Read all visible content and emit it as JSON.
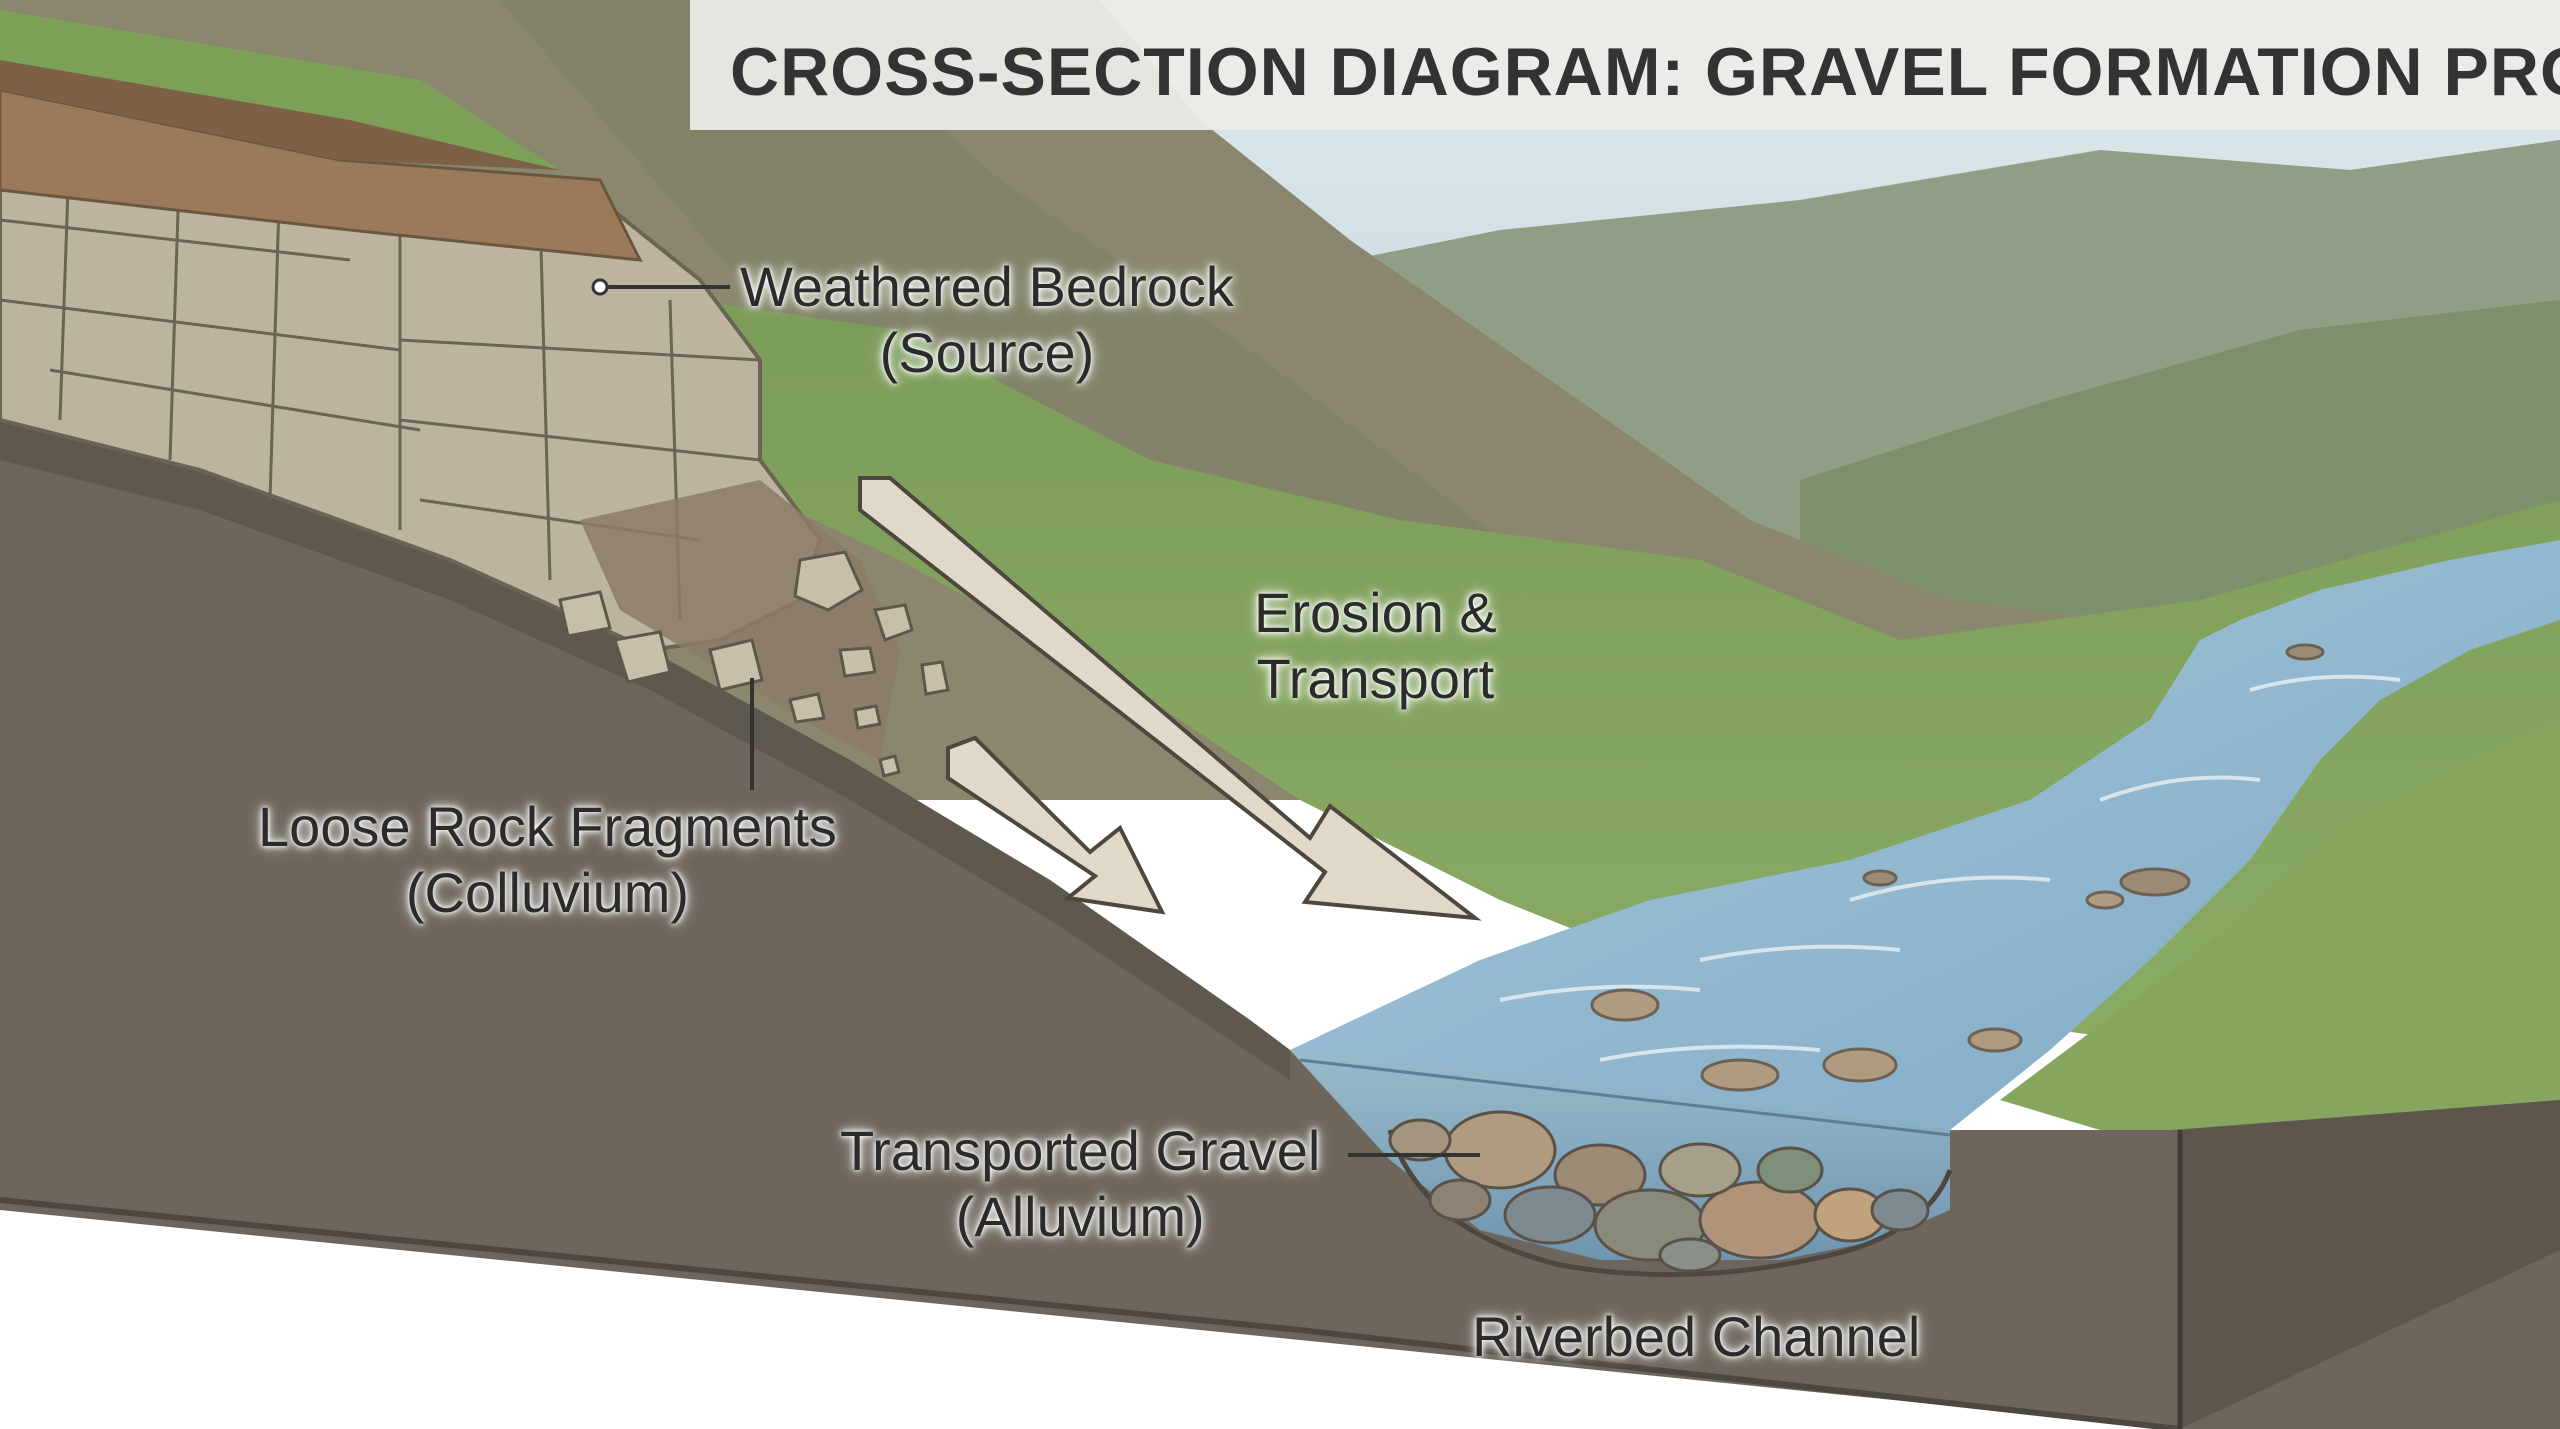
{
  "diagram": {
    "title": "CROSS-SECTION DIAGRAM: GRAVEL FORMATION PROCESS",
    "labels": {
      "weathered_bedrock": {
        "line1": "Weathered Bedrock",
        "line2": "(Source)"
      },
      "loose_rock": {
        "line1": "Loose Rock Fragments",
        "line2": "(Colluvium)"
      },
      "erosion": {
        "line1": "Erosion &",
        "line2": "Transport"
      },
      "transported_gravel": {
        "line1": "Transported Gravel",
        "line2": "(Alluvium)"
      },
      "riverbed": {
        "line1": "Riverbed Channel"
      }
    }
  },
  "colors": {
    "sky": "#cfe0e6",
    "distant_hills": "#8f9e84",
    "mid_hills": "#7d8f6a",
    "left_mountain": "#8a876e",
    "grass": "#7fa05c",
    "soil_cross_section": "#6e665c",
    "bedrock": "#bdb4a0",
    "topsoil": "#9a7a58",
    "river": "#8fb7cf",
    "arrow_fill": "#e0d9c8",
    "text": "#2b2b2b"
  }
}
